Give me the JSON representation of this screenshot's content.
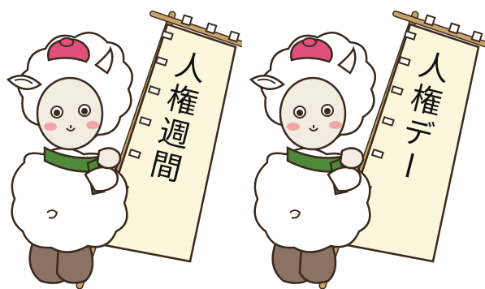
{
  "illustrations": [
    {
      "banner_text": "人権週間",
      "icon": "alpaca-mascot-holding-banner"
    },
    {
      "banner_text": "人権デー",
      "icon": "alpaca-mascot-holding-banner"
    }
  ],
  "colors": {
    "outline": "#3a2a1e",
    "fleece": "#ffffff",
    "face": "#f3ece2",
    "hat": "#e0507a",
    "blush": "#f2a6a6",
    "scarf": "#4f8a3a",
    "boots": "#8a7365",
    "banner": "#fbf6dc",
    "pole": "#c9a36a"
  }
}
